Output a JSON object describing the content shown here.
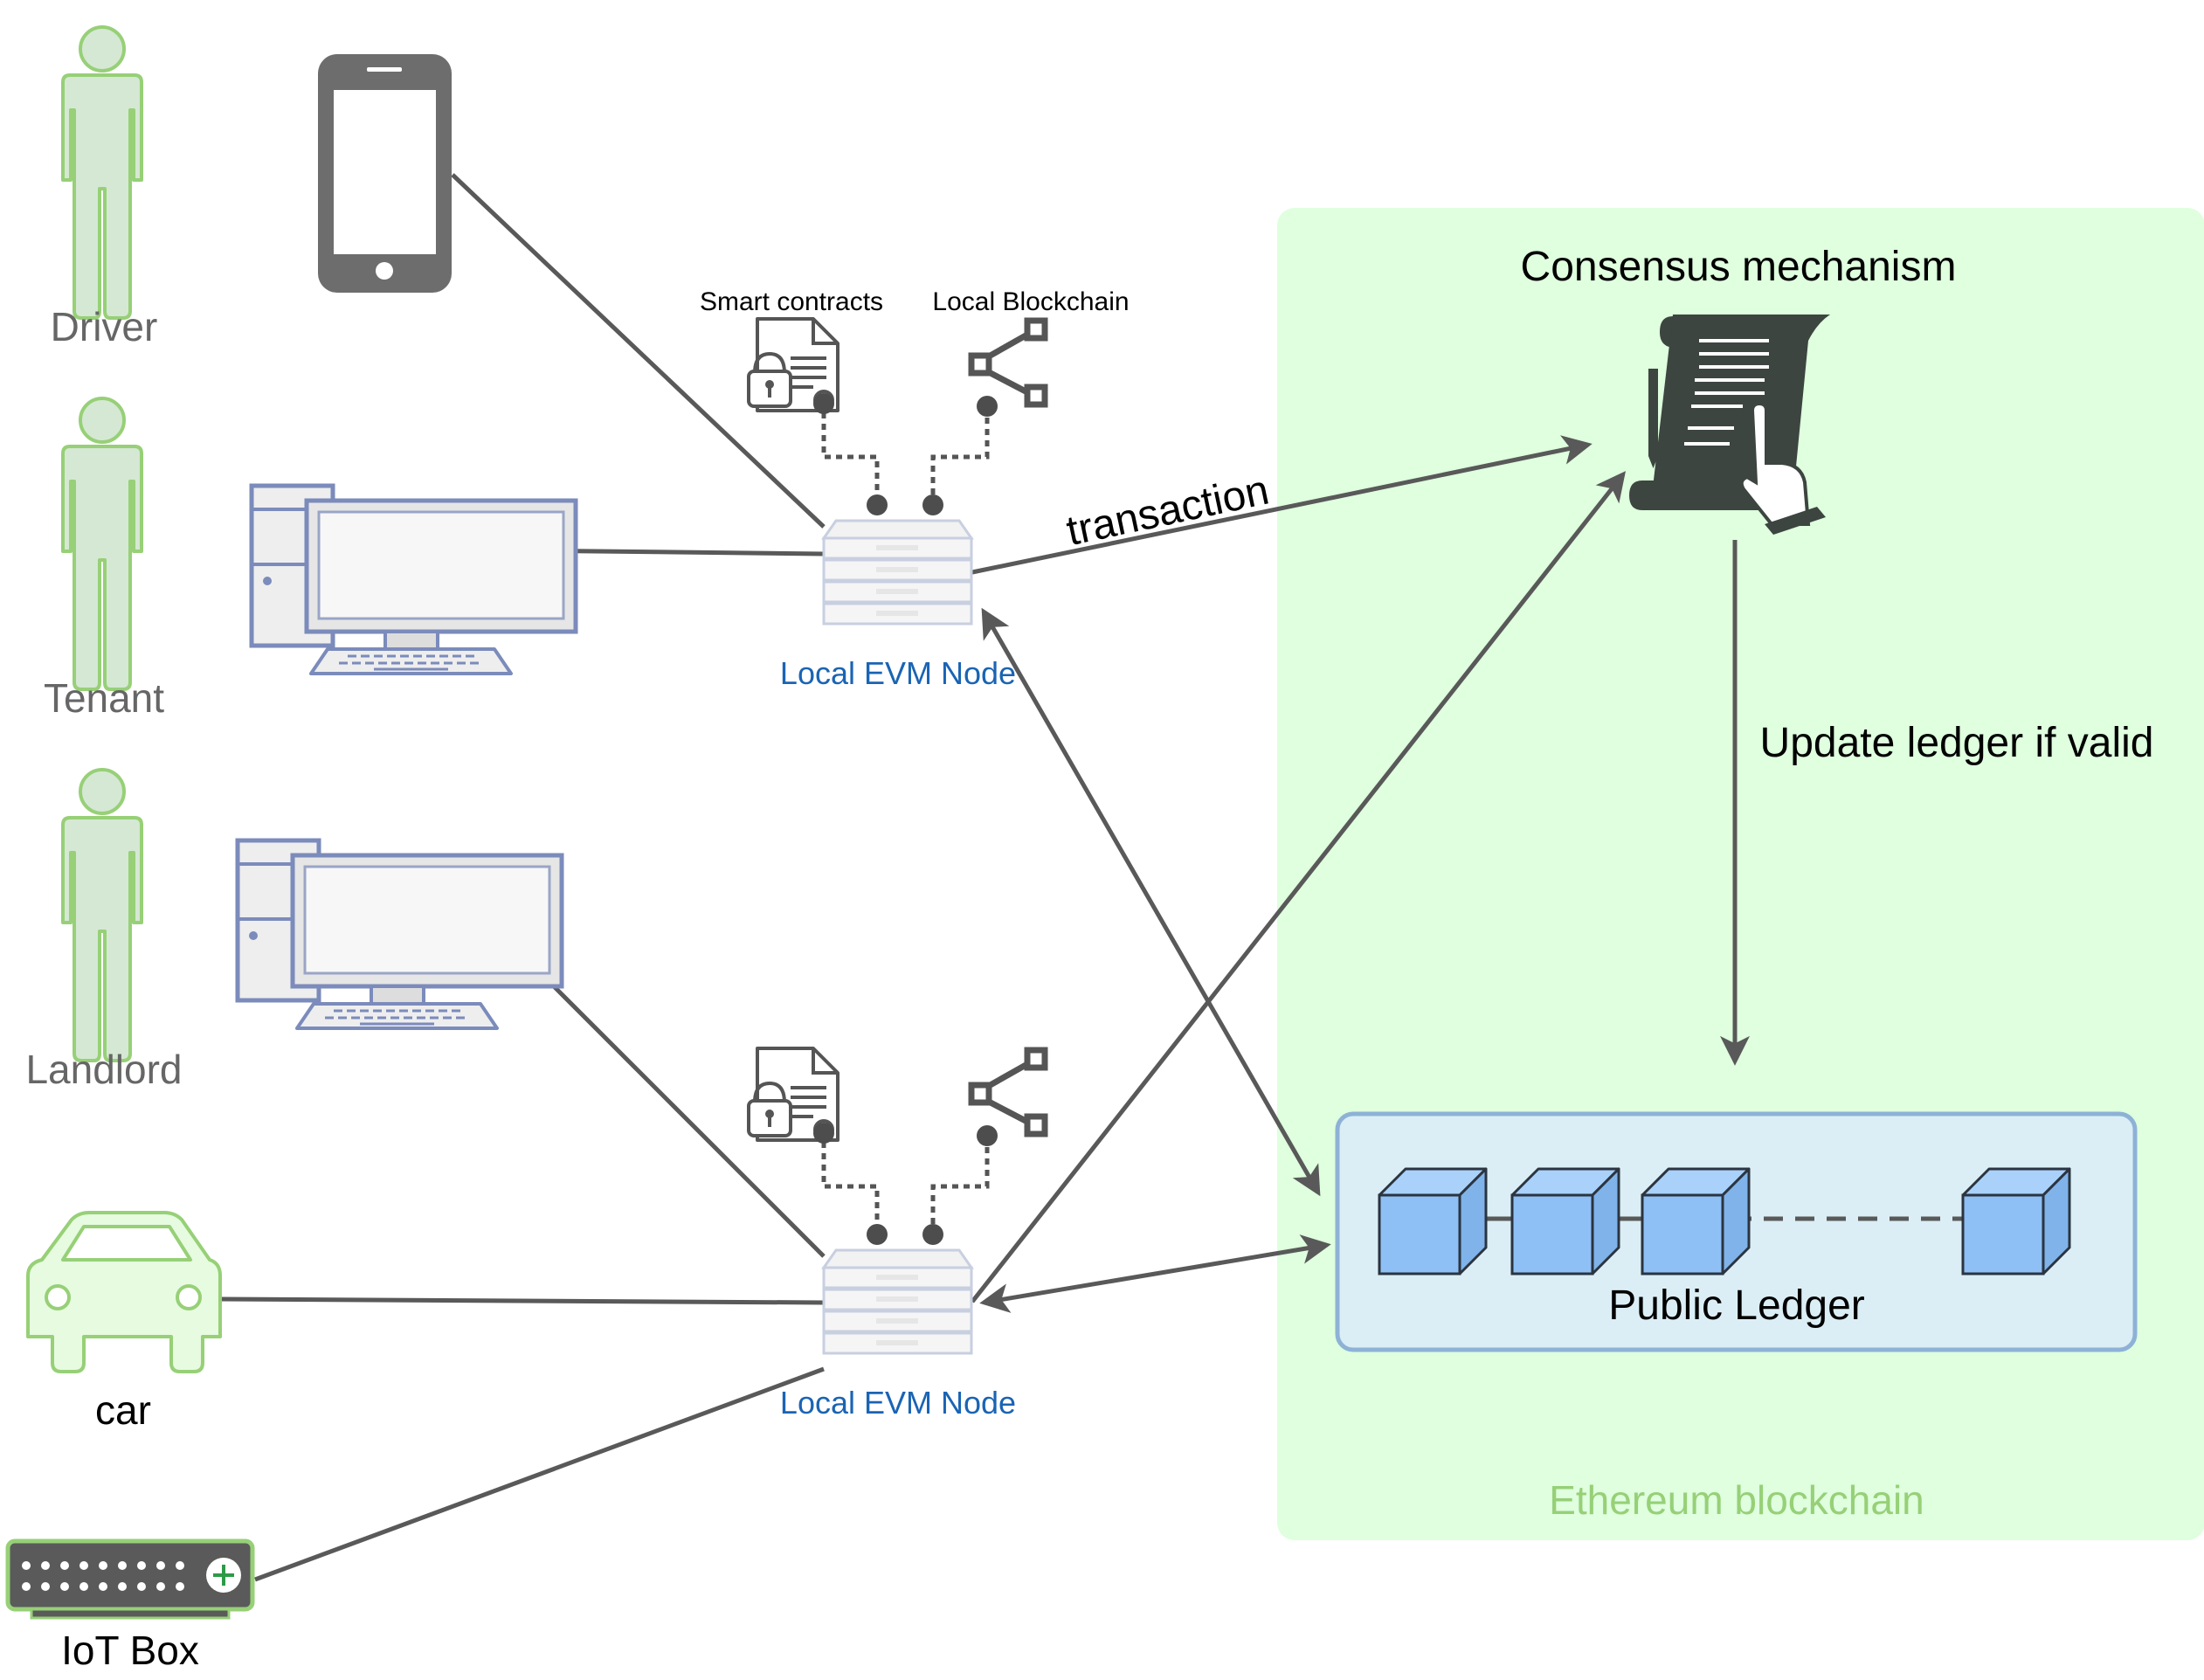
{
  "actors": {
    "driver": "Driver",
    "tenant": "Tenant",
    "landlord": "Landlord",
    "car": "car",
    "iot_box": "IoT Box"
  },
  "nodes": {
    "top_node_label": "Local EVM Node",
    "bottom_node_label": "Local EVM Node",
    "smart_contracts_label": "Smart contracts",
    "local_blockchain_label": "Local Blockchain"
  },
  "blockchain": {
    "region_label": "Ethereum blockchain",
    "consensus_label": "Consensus mechanism",
    "update_label": "Update ledger if valid",
    "ledger_label": "Public Ledger",
    "transaction_label": "transaction"
  },
  "colors": {
    "actor_green": "#97d077",
    "actor_fill": "#d5e8d4",
    "region_fill": "#dfffdf",
    "ledger_fill": "#dbeef5",
    "ledger_border": "#8eb2d6",
    "cube_fill": "#8ec0f5",
    "cube_stroke": "#2b3440",
    "connector": "#595959",
    "node_label": "#1a64b4",
    "computer_stroke": "#7b8bbb",
    "phone": "#6d6d6d"
  },
  "icons": {
    "person": "person-icon",
    "phone": "smartphone-icon",
    "computer": "desktop-computer-icon",
    "car": "car-icon",
    "iot": "iot-box-icon",
    "server": "server-node-icon",
    "contract": "smart-contract-icon",
    "blockchain": "share-nodes-icon",
    "consensus": "contract-scroll-icon",
    "block": "cube-icon"
  }
}
